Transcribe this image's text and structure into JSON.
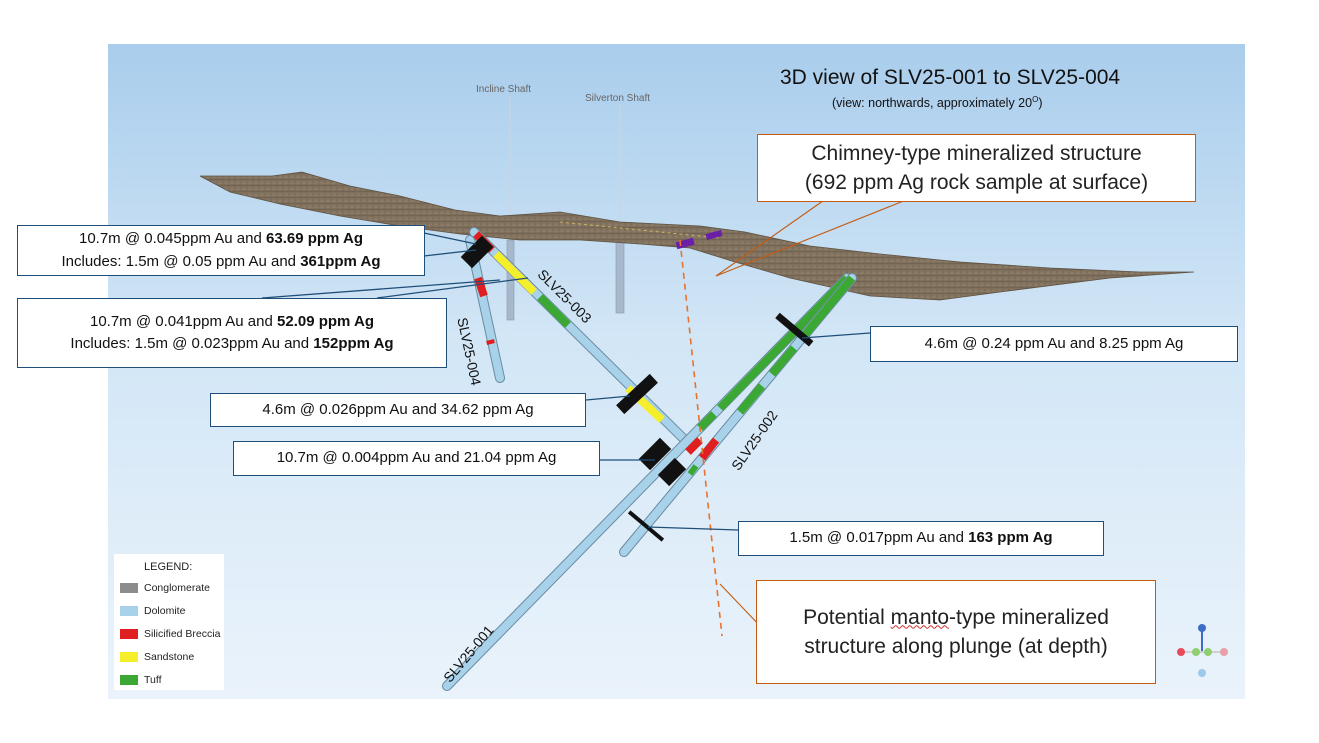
{
  "title": "3D view of SLV25-001 to SLV25-004",
  "subtitle": "(view: northwards, approximately 20",
  "subtitle_degree": "O",
  "subtitle_end": ")",
  "shafts": {
    "incline": "Incline Shaft",
    "silverton": "Silverton Shaft"
  },
  "holes": {
    "h001": "SLV25-001",
    "h002": "SLV25-002",
    "h003": "SLV25-003",
    "h004": "SLV25-004"
  },
  "intercepts": {
    "i1_line1_pre": "10.7m @ 0.045ppm Au and ",
    "i1_line1_bold": "63.69 ppm Ag",
    "i1_line2_pre": "Includes: 1.5m @ 0.05 ppm Au and ",
    "i1_line2_bold": "361ppm Ag",
    "i2_line1_pre": "10.7m @ 0.041ppm Au and ",
    "i2_line1_bold": "52.09 ppm Ag",
    "i2_line2_pre": "Includes: 1.5m @ 0.023ppm Au and ",
    "i2_line2_bold": "152ppm Ag",
    "i3": "4.6m @ 0.026ppm Au and 34.62 ppm Ag",
    "i4": "10.7m @ 0.004ppm Au and 21.04 ppm Ag",
    "i5": "4.6m @ 0.24 ppm Au and 8.25 ppm Ag",
    "i6_pre": "1.5m @ 0.017ppm Au and ",
    "i6_bold": "163 ppm Ag"
  },
  "callouts": {
    "chimney_line1": "Chimney-type mineralized structure",
    "chimney_line2": "(692 ppm Ag rock sample at surface)",
    "manto_line1_a": "Potential ",
    "manto_line1_b": "manto",
    "manto_line1_c": "-type mineralized",
    "manto_line2": "structure along plunge (at depth)"
  },
  "legend": {
    "title": "LEGEND:",
    "items": [
      {
        "label": "Conglomerate",
        "color": "#8c8c8c"
      },
      {
        "label": "Dolomite",
        "color": "#a8d2ea"
      },
      {
        "label": "Silicified Breccia",
        "color": "#e02020"
      },
      {
        "label": "Sandstone",
        "color": "#f5ee2a"
      },
      {
        "label": "Tuff",
        "color": "#3aa832"
      }
    ]
  },
  "colors": {
    "dolomite": "#a8d2ea",
    "breccia": "#e02020",
    "sandstone": "#f5ee2a",
    "tuff": "#3aa832",
    "plunge_line": "#e8722a",
    "box_border": "#1f4e79"
  }
}
